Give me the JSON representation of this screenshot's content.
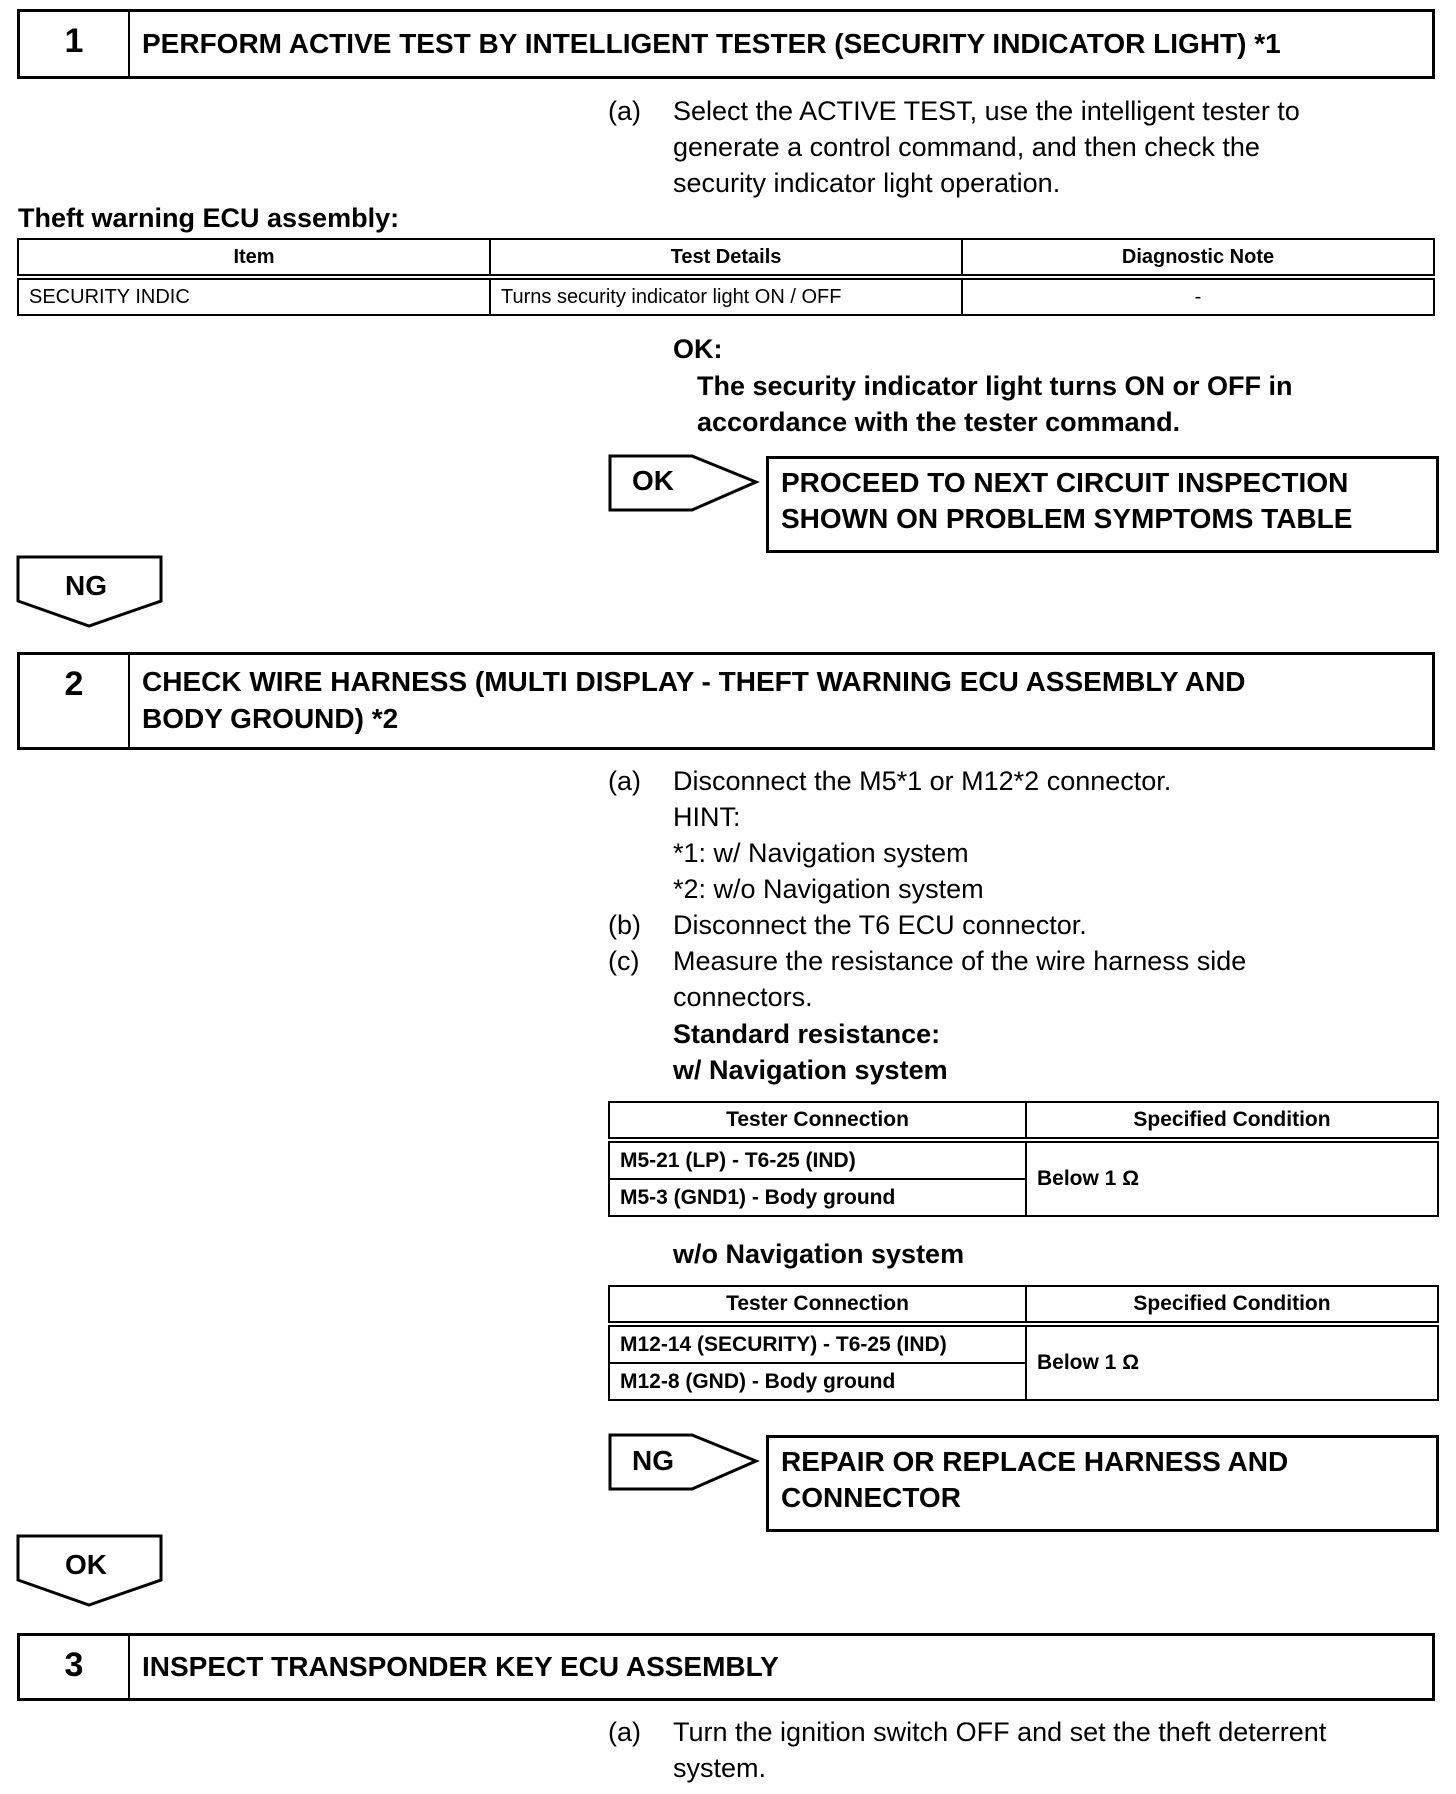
{
  "step1": {
    "number": "1",
    "title": "PERFORM ACTIVE TEST BY INTELLIGENT TESTER (SECURITY INDICATOR LIGHT) *1",
    "instruction_marker": "(a)",
    "instruction_lines": [
      "Select the ACTIVE TEST, use the intelligent tester to",
      "generate a control command, and then check the",
      "security indicator light operation."
    ],
    "table_caption": "Theft warning ECU assembly:",
    "table": {
      "headers": [
        "Item",
        "Test Details",
        "Diagnostic Note"
      ],
      "rows": [
        [
          "SECURITY INDIC",
          "Turns security indicator light ON / OFF",
          "-"
        ]
      ]
    },
    "ok_label": "OK:",
    "ok_lines": [
      "The security indicator light turns ON or OFF in",
      "accordance with the tester command."
    ],
    "ok_arrow": "OK",
    "ok_result": [
      "PROCEED TO NEXT CIRCUIT INSPECTION",
      "SHOWN ON PROBLEM SYMPTOMS TABLE"
    ],
    "ng_arrow": "NG"
  },
  "step2": {
    "number": "2",
    "title_lines": [
      "CHECK WIRE HARNESS (MULTI DISPLAY - THEFT WARNING ECU ASSEMBLY AND",
      "BODY GROUND) *2"
    ],
    "a_marker": "(a)",
    "a_text": "Disconnect the M5*1 or M12*2 connector.",
    "hint": "HINT:",
    "hint_lines": [
      "*1: w/ Navigation system",
      "*2: w/o Navigation system"
    ],
    "b_marker": "(b)",
    "b_text": "Disconnect the T6 ECU connector.",
    "c_marker": "(c)",
    "c_lines": [
      "Measure the resistance of the wire harness side",
      "connectors."
    ],
    "std_label": "Standard resistance:",
    "with_nav_label": "w/ Navigation system",
    "with_nav_table": {
      "headers": [
        "Tester Connection",
        "Specified Condition"
      ],
      "rows": [
        "M5-21 (LP) - T6-25 (IND)",
        "M5-3 (GND1) - Body ground"
      ],
      "condition": "Below 1 Ω"
    },
    "without_nav_label": "w/o Navigation system",
    "without_nav_table": {
      "headers": [
        "Tester Connection",
        "Specified Condition"
      ],
      "rows": [
        "M12-14 (SECURITY) - T6-25 (IND)",
        "M12-8 (GND) - Body ground"
      ],
      "condition": "Below 1 Ω"
    },
    "ng_arrow": "NG",
    "ng_result": [
      "REPAIR OR REPLACE HARNESS AND",
      "CONNECTOR"
    ],
    "ok_arrow": "OK"
  },
  "step3": {
    "number": "3",
    "title": "INSPECT TRANSPONDER KEY ECU ASSEMBLY",
    "a_marker": "(a)",
    "a_lines": [
      "Turn the ignition switch OFF and set the theft deterrent",
      "system."
    ]
  }
}
